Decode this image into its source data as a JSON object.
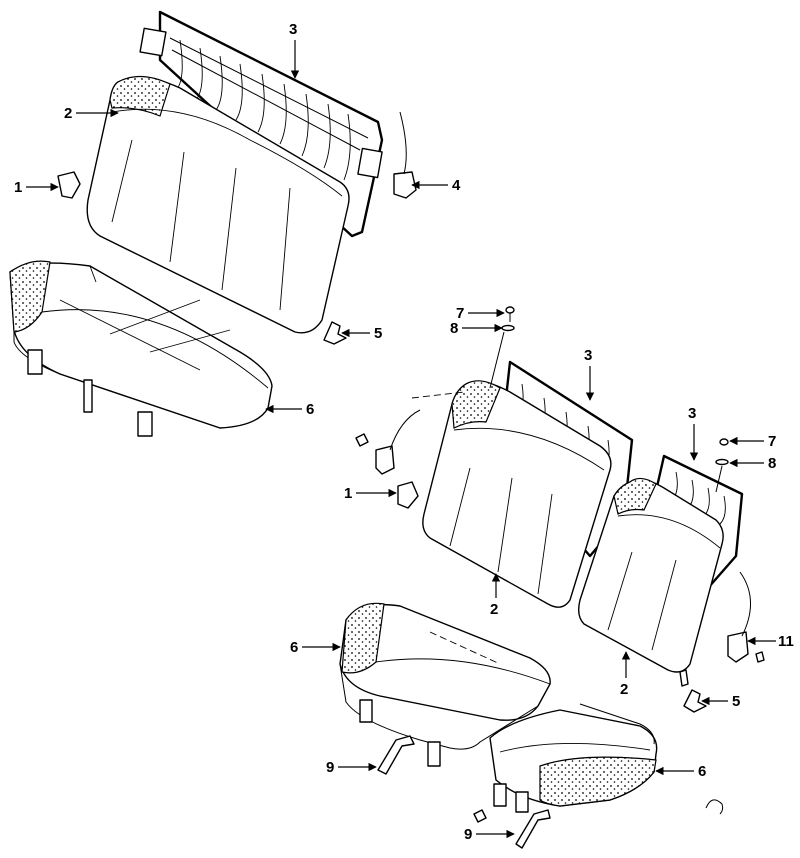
{
  "callouts": [
    {
      "id": "c1a",
      "label": "1"
    },
    {
      "id": "c2a",
      "label": "2"
    },
    {
      "id": "c3a",
      "label": "3"
    },
    {
      "id": "c4a",
      "label": "4"
    },
    {
      "id": "c5a",
      "label": "5"
    },
    {
      "id": "c6a",
      "label": "6"
    },
    {
      "id": "c7a",
      "label": "7"
    },
    {
      "id": "c8a",
      "label": "8"
    },
    {
      "id": "c3b",
      "label": "3"
    },
    {
      "id": "c3c",
      "label": "3"
    },
    {
      "id": "c7b",
      "label": "7"
    },
    {
      "id": "c8b",
      "label": "8"
    },
    {
      "id": "c1b",
      "label": "1"
    },
    {
      "id": "c2b",
      "label": "2"
    },
    {
      "id": "c2c",
      "label": "2"
    },
    {
      "id": "c11",
      "label": "11"
    },
    {
      "id": "c6b",
      "label": "6"
    },
    {
      "id": "c5b",
      "label": "5"
    },
    {
      "id": "c9a",
      "label": "9"
    },
    {
      "id": "c6c",
      "label": "6"
    },
    {
      "id": "c9b",
      "label": "9"
    }
  ]
}
